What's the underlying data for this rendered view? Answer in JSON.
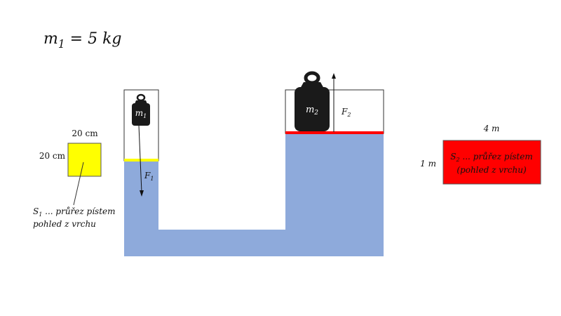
{
  "title": {
    "var": "m",
    "sub": "1",
    "rest": " = 5 kg"
  },
  "left_weight_label": {
    "var": "m",
    "sub": "1"
  },
  "right_weight_label": {
    "var": "m",
    "sub": "2"
  },
  "force_left": {
    "var": "F",
    "sub": "1"
  },
  "force_right": {
    "var": "F",
    "sub": "2"
  },
  "yellow_square": {
    "side_top": "20 cm",
    "side_left": "20 cm",
    "caption_var": "S",
    "caption_sub": "1",
    "caption_rest": " ... průřez pístem",
    "caption_line2": "pohled z vrchu"
  },
  "red_rect": {
    "side_top": "4 m",
    "side_left": "1 m",
    "caption_var": "S",
    "caption_sub": "2",
    "caption_rest": " ... průřez pístem",
    "caption_line2": "(pohled  z vrchu)"
  },
  "colors": {
    "fluid": "#8eaadb",
    "yellow": "#ffff00",
    "red": "#ff0000",
    "weight": "#1a1a1a",
    "outline": "#333333"
  }
}
